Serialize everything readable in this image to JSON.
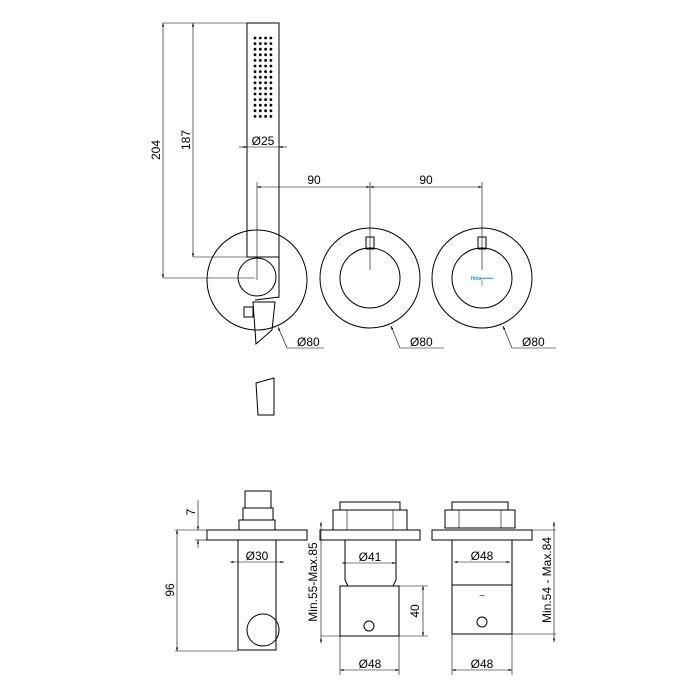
{
  "front_view": {
    "height_total": "204",
    "height_holder": "187",
    "shower_diameter": "Ø25",
    "spacing_1": "90",
    "spacing_2": "90",
    "plate_diameter_1": "Ø80",
    "plate_diameter_2": "Ø80",
    "plate_diameter_3": "Ø80",
    "logo": "fima"
  },
  "side_view": {
    "plate_thickness": "7",
    "outlet_depth": "96",
    "outlet_diameter": "Ø30",
    "valve_body_diameter": "Ø41",
    "valve_box_height": "40",
    "valve_box_diameter": "Ø48",
    "valve_range": "Min.55-Max.85",
    "thermo_body_diameter": "Ø48",
    "thermo_box_diameter": "Ø48",
    "thermo_range": "Min.54 - Max.84"
  },
  "colors": {
    "line": "#000000",
    "logo": "#1e90ff"
  }
}
